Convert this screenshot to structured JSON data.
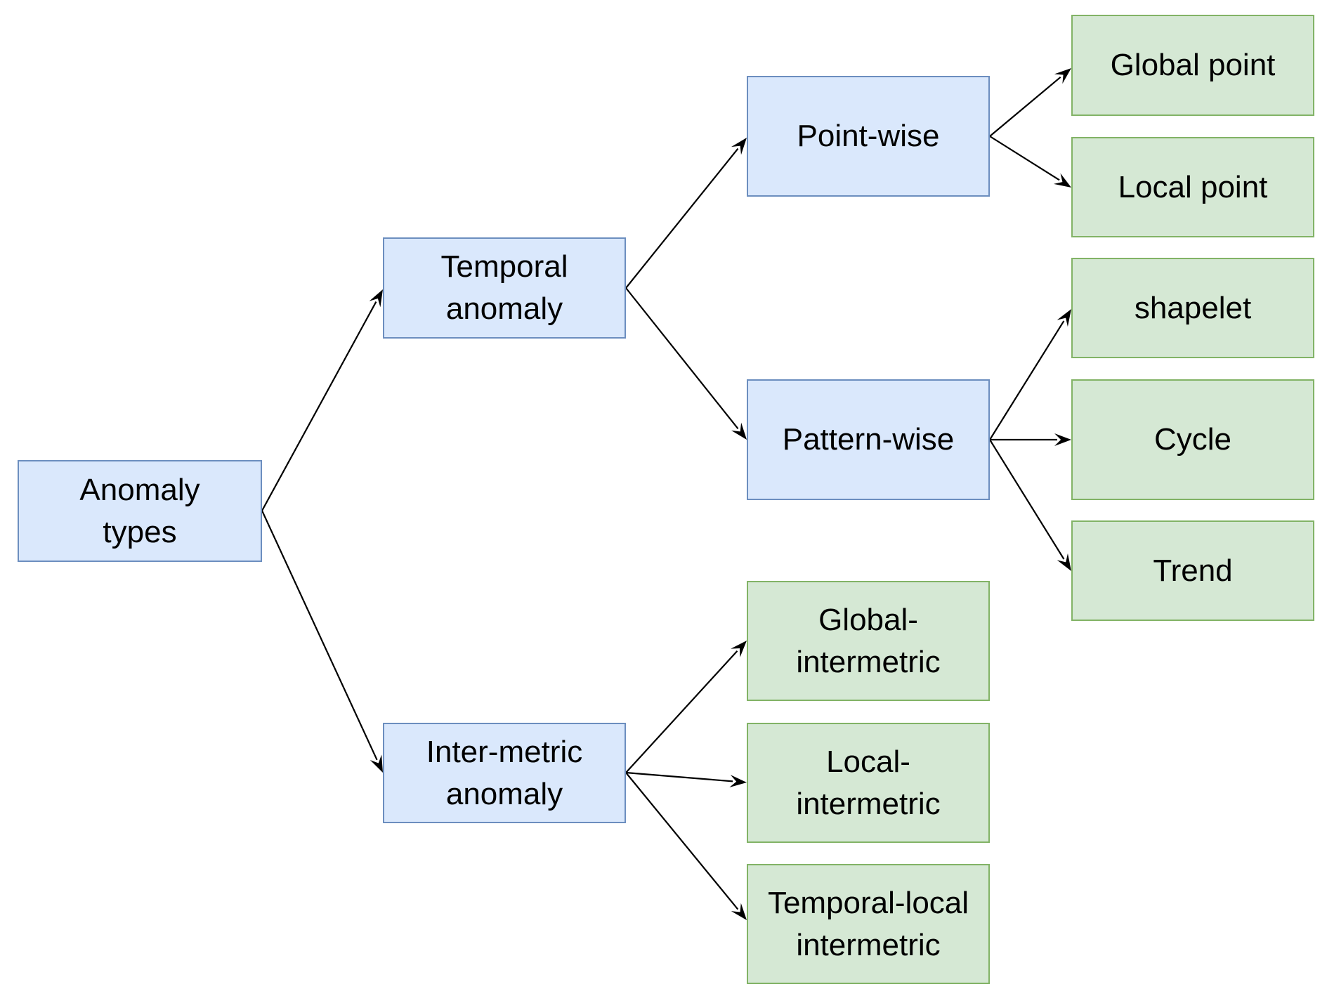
{
  "diagram": {
    "nodes": {
      "anomaly_types": {
        "lines": [
          "Anomaly",
          "types"
        ]
      },
      "temporal": {
        "lines": [
          "Temporal",
          "anomaly"
        ]
      },
      "intermetric": {
        "lines": [
          "Inter-metric",
          "anomaly"
        ]
      },
      "pointwise": {
        "lines": [
          "Point-wise"
        ]
      },
      "patternwise": {
        "lines": [
          "Pattern-wise"
        ]
      },
      "global_point": {
        "lines": [
          "Global point"
        ]
      },
      "local_point": {
        "lines": [
          "Local point"
        ]
      },
      "shapelet": {
        "lines": [
          "shapelet"
        ]
      },
      "cycle": {
        "lines": [
          "Cycle"
        ]
      },
      "trend": {
        "lines": [
          "Trend"
        ]
      },
      "global_intermetric": {
        "lines": [
          "Global-",
          "intermetric"
        ]
      },
      "local_intermetric": {
        "lines": [
          "Local-",
          "intermetric"
        ]
      },
      "temporal_local_intermetric": {
        "lines": [
          "Temporal-local",
          "intermetric"
        ]
      }
    },
    "colors": {
      "blue_fill": "#dae8fc",
      "blue_border": "#6c8ebf",
      "green_fill": "#d5e8d4",
      "green_border": "#82b366",
      "arrow": "#000000"
    }
  }
}
